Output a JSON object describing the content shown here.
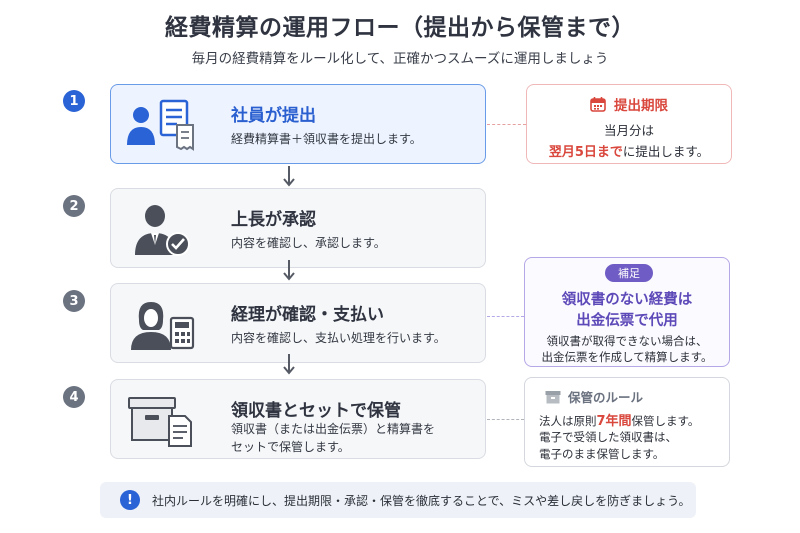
{
  "title": "経費精算の運用フロー（提出から保管まで）",
  "subtitle": "毎月の経費精算をルール化して、正確かつスムーズに運用しましょう",
  "steps": [
    {
      "num": "1",
      "title": "社員が提出",
      "desc": "経費精算書＋領収書を提出します。",
      "icon": "employee-document-icon"
    },
    {
      "num": "2",
      "title": "上長が承認",
      "desc": "内容を確認し、承認します。",
      "icon": "manager-approve-icon"
    },
    {
      "num": "3",
      "title": "経理が確認・支払い",
      "desc": "内容を確認し、支払い処理を行います。",
      "icon": "accountant-calculator-icon"
    },
    {
      "num": "4",
      "title": "領収書とセットで保管",
      "desc1": "領収書（または出金伝票）と精算書を",
      "desc2": "セットで保管します。",
      "icon": "storage-box-icon"
    }
  ],
  "deadline": {
    "head": "提出期限",
    "line1": "当月分は",
    "em": "翌月5日まで",
    "rest": "に提出します。"
  },
  "supplement": {
    "badge": "補足",
    "title1": "領収書のない経費は",
    "title2": "出金伝票で代用",
    "desc1": "領収書が取得できない場合は、",
    "desc2": "出金伝票を作成して精算します。"
  },
  "storage_rule": {
    "head": "保管のルール",
    "l1a": "法人は原則",
    "l1em": "7年間",
    "l1b": "保管します。",
    "l2": "電子で受領した領収書は、",
    "l3": "電子のまま保管します。"
  },
  "notice": "社内ルールを明確にし、提出期限・承認・保管を徹底することで、ミスや差し戻しを防ぎましょう。",
  "colors": {
    "accent": "#2a63d6",
    "alert": "#d9473d",
    "supplement": "#6f5cc4"
  }
}
